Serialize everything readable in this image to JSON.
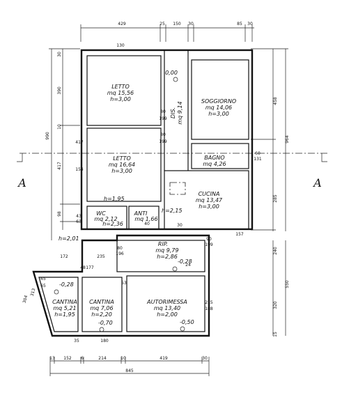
{
  "rooms": [
    {
      "id": "letto1",
      "name": "LETTO",
      "area": "mq 15,56",
      "height": "h=3,00"
    },
    {
      "id": "letto2",
      "name": "LETTO",
      "area": "mq 16,64",
      "height": "h=3,00"
    },
    {
      "id": "soggiorno",
      "name": "SOGGIORNO",
      "area": "mq 14,06",
      "height": "h=3,00"
    },
    {
      "id": "dis",
      "name": "DIS.",
      "area": "mq 9,14"
    },
    {
      "id": "bagno",
      "name": "BAGNO",
      "area": "mq 4,26"
    },
    {
      "id": "cucina",
      "name": "CUCINA",
      "area": "mq 13,47",
      "height": "h=3,00"
    },
    {
      "id": "wc",
      "name": "WC",
      "area": "mq 2,12",
      "height": "h=2,36"
    },
    {
      "id": "anti",
      "name": "ANTI",
      "area": "mq 1,66"
    },
    {
      "id": "rip",
      "name": "RIP.",
      "area": "mq 9,79",
      "height": "h=2,86"
    },
    {
      "id": "cantina1",
      "name": "CANTINA",
      "area": "mq 5,21",
      "height": "h=1,95"
    },
    {
      "id": "cantina2",
      "name": "CANTINA",
      "area": "mq 7,06",
      "height": "h=2,20"
    },
    {
      "id": "autorimessa",
      "name": "AUTORIMESSA",
      "area": "mq 13,40",
      "height": "h=2,00"
    }
  ],
  "levels": {
    "l000": "0,00",
    "l028a": "-0,28",
    "l028b": "-0,28",
    "l070": "-0,70",
    "l050": "-0,50",
    "h195": "h=1,95",
    "h215": "h=2,15",
    "h201": "h=2,01"
  },
  "section": {
    "left": "A",
    "right": "A"
  },
  "dims": {
    "top_429": "429",
    "top_25a": "25",
    "top_150": "150",
    "top_30a": "30",
    "top_85": "85",
    "top_30b": "30",
    "bot_13": "13",
    "bot_152": "152",
    "bot_6": "6",
    "bot_214": "214",
    "bot_10": "10",
    "bot_419": "419",
    "bot_30": "30",
    "bot_total": "845",
    "left_990": "990",
    "left_390": "390",
    "left_417": "417",
    "left_98": "98",
    "left_30": "30",
    "left_10": "10",
    "left_43": "43",
    "right_458": "458",
    "right_964": "964",
    "right_285": "285",
    "right_240": "240",
    "right_550": "550",
    "right_320": "320",
    "right_15": "15",
    "mid_172": "172",
    "mid_235": "235",
    "mid_130": "130",
    "mid_154": "154",
    "mid_80a": "80",
    "mid_199a": "199",
    "mid_80b": "80",
    "mid_199b": "199",
    "mid_90": "90",
    "mid_199c": "199",
    "mid_80c": "80",
    "mid_196": "196",
    "mid_60": "60",
    "mid_131": "131",
    "mid_157": "157",
    "mid_48": "48",
    "mid_177": "177",
    "mid_304": "304",
    "mid_313": "313",
    "mid_188": "188",
    "mid_215": "215",
    "mid_180": "180",
    "mid_35": "35",
    "mid_65a": "65",
    "mid_65b": "65",
    "mid_63": "63",
    "mid_53": "53",
    "mid_30": "30",
    "mid_24": "24",
    "mid_40": "40"
  }
}
